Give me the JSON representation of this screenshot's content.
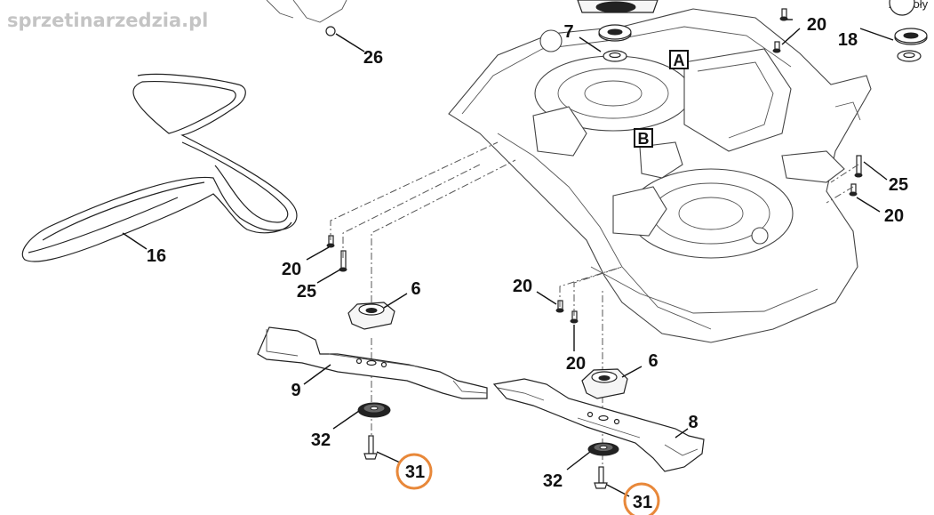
{
  "watermark": "sprzetinarzedzia.pl",
  "corner_note": "zespoły",
  "section_labels": {
    "a": "A",
    "b": "B"
  },
  "callouts": {
    "c7": "7",
    "c18": "18",
    "c20_top": "20",
    "c26": "26",
    "c16": "16",
    "c25_right": "25",
    "c20_right": "20",
    "c20_left": "20",
    "c25_left": "25",
    "c6_left": "6",
    "c9": "9",
    "c32_left": "32",
    "c31_left": "31",
    "c20_mid": "20",
    "c20_mid2": "20",
    "c6_right": "6",
    "c8": "8",
    "c32_right": "32",
    "c31_right": "31"
  },
  "highlight_color": "#e8883a"
}
